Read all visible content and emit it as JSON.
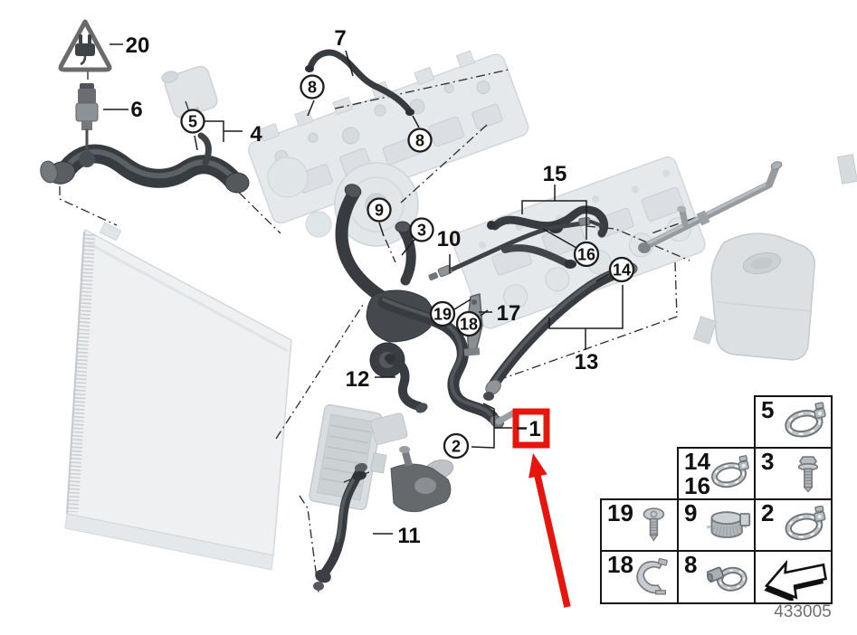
{
  "figure": {
    "doc_number": "433005"
  },
  "colors": {
    "highlight": "#e8150d",
    "hose": "#383c40",
    "faint_part": "#e4e7ea",
    "line": "#1c1c1c"
  },
  "callouts": {
    "n20": "20",
    "n6": "6",
    "n4": "4",
    "n7": "7",
    "n15": "15",
    "n10": "10",
    "n17": "17",
    "n13": "13",
    "n12": "12",
    "n11": "11",
    "c5": "5",
    "c8a": "8",
    "c8b": "8",
    "c9": "9",
    "c3": "3",
    "c16": "16",
    "c14": "14",
    "c19": "19",
    "c18": "18",
    "c2": "2",
    "highlighted_part": "1"
  },
  "legend": {
    "cells": [
      {
        "label": "5",
        "icon": "hose-clamp-icon"
      },
      {
        "label": "14",
        "label2": "16",
        "icon": "hose-clamp-icon"
      },
      {
        "label": "3",
        "icon": "bolt-icon"
      },
      {
        "label": "19",
        "icon": "screw-icon"
      },
      {
        "label": "9",
        "icon": "band-clamp-icon"
      },
      {
        "label": "2",
        "icon": "hose-clamp-icon"
      },
      {
        "label": "18",
        "icon": "clip-icon"
      },
      {
        "label": "8",
        "icon": "worm-clamp-icon"
      },
      {
        "label": "",
        "icon": "direction-arrow-icon"
      }
    ]
  }
}
